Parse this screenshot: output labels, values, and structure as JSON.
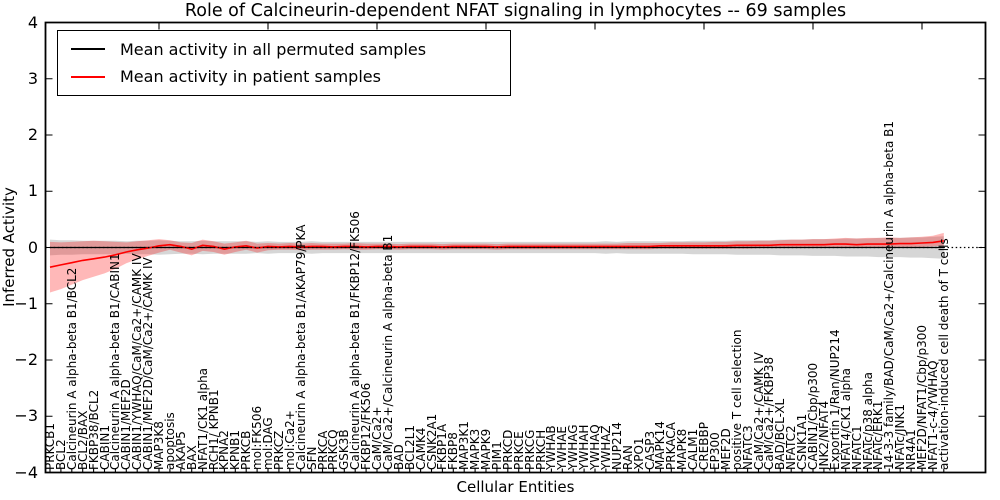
{
  "chart_data": {
    "type": "line",
    "title": "Role of Calcineurin-dependent NFAT signaling in lymphocytes -- 69 samples",
    "xlabel": "Cellular Entities",
    "ylabel": "Inferred Activity",
    "ylim": [
      -4,
      4
    ],
    "xlim_entities": 83,
    "grid": false,
    "legend_position": "upper left",
    "y_tick_values": [
      4,
      3,
      2,
      1,
      0,
      -1,
      -2,
      -3,
      -4
    ],
    "y_tick_labels": [
      "4",
      "3",
      "2",
      "1",
      "0",
      "−1",
      "−2",
      "−3",
      "−4"
    ],
    "reference_line": {
      "y": 0,
      "style": "dotted",
      "color": "#000000"
    },
    "categories": [
      "PRKCB1",
      "BCL2",
      "Calcineurin A alpha-beta B1/BCL2",
      "BCL2/BAX",
      "FKBP38/BCL2",
      "CABIN1",
      "Calcineurin A alpha-beta B1/CABIN1",
      "CABIN1/MEF2D",
      "CABIN1/YWHAQ/CaM/Ca2+/CAMK IV",
      "CABIN1/MEF2D/CaM/Ca2+/CAMK IV",
      "MAP3K8",
      "apoptosis",
      "AKAP5",
      "BAX",
      "NFAT1/CK1 alpha",
      "RCH1/ KPNB1",
      "KPNA2",
      "KPNB1",
      "PRKCB",
      "mol:FK506",
      "mol:DAG",
      "PRKCZ",
      "mol:Ca2+",
      "Calcineurin A alpha-beta B1/AKAP79/PKA",
      "SFN",
      "PRKCA",
      "PRKCQ",
      "GSK3B",
      "Calcineurin A alpha-beta B1/FKBP12/FK506",
      "FKBP12/FK506",
      "CaM/Ca2+",
      "CaM/Ca2+/Calcineurin A alpha-beta B1",
      "BAD",
      "BCL2L1",
      "CAMK4",
      "CSNK2A1",
      "FKBP1A",
      "FKBP8",
      "MAP3K1",
      "MAPK3",
      "MAPK9",
      "PIM1",
      "PRKCD",
      "PRKCE",
      "PRKCG",
      "PRKCH",
      "YWHAB",
      "YWHAE",
      "YWHAG",
      "YWHAH",
      "YWHAQ",
      "YWHAZ",
      "NUP214",
      "RAN",
      "XPO1",
      "CASP3",
      "MAPK14",
      "PRKACA",
      "MAPK8",
      "CALM1",
      "CREBBP",
      "EP300",
      "MEF2D",
      "positive T cell selection",
      "NFATC3",
      "CaM/Ca2+/CAMK IV",
      "CaM/Ca2+/FKBP38",
      "BAD/BCL-XL",
      "NFATC2",
      "CSNK1A1",
      "CABIN1/Cbp/p300",
      "JNK2/NFAT4",
      "Exportin 1/Ran/NUP214",
      "NFAT4/CK1 alpha",
      "NFATC1",
      "NFATc/p38 alpha",
      "NFATc/ERK1",
      "14-3-3 family/BAD/CaM/Ca2+/Calcineurin A alpha-beta B1",
      "NFATc/JNK1",
      "NR4A1",
      "MEF2D/NFAT1/Cbp/p300",
      "NFAT1-c-4/YWHAQ",
      "activation-induced cell death of T cells"
    ],
    "series": [
      {
        "name": "Mean activity in all permuted samples",
        "color": "#000000",
        "values": [
          0,
          0,
          0,
          0,
          0,
          0,
          0,
          0,
          0,
          0,
          0,
          0,
          0,
          0,
          0,
          0,
          0,
          0,
          0,
          0,
          0,
          0,
          0,
          0,
          0,
          0,
          0,
          0,
          0,
          0,
          0,
          0,
          0,
          0,
          0,
          0,
          0,
          0,
          0,
          0,
          0,
          0,
          0,
          0,
          0,
          0,
          0,
          0,
          0,
          0,
          0,
          0,
          0,
          0,
          0,
          0,
          0,
          0,
          0,
          0,
          0,
          0,
          0,
          0,
          0,
          0,
          0,
          0,
          0,
          0,
          0,
          0,
          0,
          0,
          0,
          0,
          0,
          0,
          0,
          0,
          0,
          0,
          0
        ]
      },
      {
        "name": "Mean activity in patient samples",
        "color": "#ff0000",
        "values": [
          -0.35,
          -0.31,
          -0.27,
          -0.23,
          -0.2,
          -0.17,
          -0.13,
          -0.08,
          -0.04,
          -0.01,
          0.03,
          0.05,
          0.02,
          -0.03,
          0.04,
          0.02,
          -0.03,
          0.01,
          0.03,
          -0.01,
          0.02,
          0.01,
          0.02,
          0.01,
          0.02,
          0.02,
          0.01,
          0.02,
          0.02,
          0.01,
          0.02,
          0.02,
          0.01,
          0.02,
          0.02,
          0.02,
          0.01,
          0.02,
          0.02,
          0.02,
          0.02,
          0.01,
          0.02,
          0.02,
          0.02,
          0.02,
          0.02,
          0.02,
          0.02,
          0.02,
          0.02,
          0.02,
          0.02,
          0.02,
          0.02,
          0.02,
          0.03,
          0.03,
          0.03,
          0.03,
          0.03,
          0.03,
          0.03,
          0.04,
          0.04,
          0.04,
          0.04,
          0.05,
          0.05,
          0.05,
          0.05,
          0.05,
          0.06,
          0.06,
          0.05,
          0.06,
          0.06,
          0.06,
          0.07,
          0.07,
          0.08,
          0.09,
          0.12
        ]
      }
    ],
    "bands": [
      {
        "name": "permuted samples spread",
        "color": "rgba(0,0,0,0.16)",
        "upper": [
          0.14,
          0.13,
          0.13,
          0.12,
          0.12,
          0.12,
          0.12,
          0.11,
          0.12,
          0.12,
          0.13,
          0.12,
          0.11,
          0.11,
          0.12,
          0.11,
          0.11,
          0.11,
          0.11,
          0.1,
          0.11,
          0.1,
          0.1,
          0.1,
          0.11,
          0.1,
          0.1,
          0.1,
          0.1,
          0.1,
          0.1,
          0.1,
          0.1,
          0.1,
          0.1,
          0.1,
          0.1,
          0.1,
          0.1,
          0.1,
          0.1,
          0.1,
          0.1,
          0.1,
          0.1,
          0.1,
          0.1,
          0.1,
          0.1,
          0.1,
          0.1,
          0.11,
          0.1,
          0.11,
          0.11,
          0.11,
          0.11,
          0.11,
          0.11,
          0.12,
          0.12,
          0.12,
          0.12,
          0.13,
          0.13,
          0.13,
          0.13,
          0.14,
          0.14,
          0.14,
          0.15,
          0.15,
          0.15,
          0.16,
          0.16,
          0.16,
          0.17,
          0.17,
          0.17,
          0.18,
          0.18,
          0.19,
          0.2
        ],
        "lower": [
          -0.14,
          -0.13,
          -0.13,
          -0.12,
          -0.12,
          -0.12,
          -0.12,
          -0.11,
          -0.12,
          -0.12,
          -0.13,
          -0.12,
          -0.11,
          -0.11,
          -0.12,
          -0.11,
          -0.11,
          -0.11,
          -0.11,
          -0.1,
          -0.11,
          -0.1,
          -0.1,
          -0.1,
          -0.11,
          -0.1,
          -0.1,
          -0.1,
          -0.1,
          -0.1,
          -0.1,
          -0.1,
          -0.1,
          -0.1,
          -0.1,
          -0.1,
          -0.1,
          -0.1,
          -0.1,
          -0.1,
          -0.1,
          -0.1,
          -0.1,
          -0.1,
          -0.1,
          -0.1,
          -0.1,
          -0.1,
          -0.1,
          -0.1,
          -0.1,
          -0.11,
          -0.1,
          -0.11,
          -0.11,
          -0.11,
          -0.11,
          -0.11,
          -0.11,
          -0.12,
          -0.12,
          -0.12,
          -0.12,
          -0.13,
          -0.13,
          -0.13,
          -0.13,
          -0.14,
          -0.14,
          -0.14,
          -0.15,
          -0.15,
          -0.15,
          -0.16,
          -0.16,
          -0.16,
          -0.17,
          -0.17,
          -0.17,
          -0.18,
          -0.18,
          -0.19,
          -0.2
        ]
      },
      {
        "name": "patient samples spread",
        "color": "rgba(255,0,0,0.28)",
        "upper": [
          0.1,
          0.09,
          0.1,
          0.11,
          0.12,
          0.11,
          0.1,
          0.09,
          0.11,
          0.13,
          0.15,
          0.13,
          0.09,
          0.08,
          0.14,
          0.11,
          0.07,
          0.09,
          0.12,
          0.07,
          0.08,
          0.07,
          0.08,
          0.07,
          0.08,
          0.07,
          0.07,
          0.07,
          0.08,
          0.07,
          0.07,
          0.07,
          0.06,
          0.07,
          0.07,
          0.07,
          0.06,
          0.07,
          0.07,
          0.07,
          0.07,
          0.06,
          0.07,
          0.07,
          0.07,
          0.07,
          0.07,
          0.07,
          0.07,
          0.07,
          0.07,
          0.07,
          0.07,
          0.08,
          0.08,
          0.08,
          0.08,
          0.09,
          0.09,
          0.09,
          0.09,
          0.1,
          0.1,
          0.11,
          0.11,
          0.12,
          0.12,
          0.13,
          0.14,
          0.14,
          0.15,
          0.15,
          0.16,
          0.17,
          0.16,
          0.17,
          0.17,
          0.18,
          0.17,
          0.18,
          0.19,
          0.21,
          0.26
        ],
        "lower": [
          -0.8,
          -0.74,
          -0.66,
          -0.58,
          -0.52,
          -0.46,
          -0.38,
          -0.28,
          -0.21,
          -0.15,
          -0.09,
          -0.04,
          -0.09,
          -0.14,
          -0.06,
          -0.08,
          -0.13,
          -0.08,
          -0.04,
          -0.09,
          -0.05,
          -0.04,
          -0.04,
          -0.05,
          -0.04,
          -0.04,
          -0.04,
          -0.03,
          -0.04,
          -0.04,
          -0.03,
          -0.03,
          -0.04,
          -0.03,
          -0.03,
          -0.03,
          -0.04,
          -0.03,
          -0.03,
          -0.03,
          -0.03,
          -0.04,
          -0.03,
          -0.03,
          -0.03,
          -0.03,
          -0.03,
          -0.03,
          -0.03,
          -0.03,
          -0.03,
          -0.03,
          -0.03,
          -0.03,
          -0.03,
          -0.03,
          -0.02,
          -0.02,
          -0.02,
          -0.02,
          -0.02,
          -0.02,
          -0.02,
          -0.02,
          -0.02,
          -0.01,
          -0.01,
          -0.01,
          -0.01,
          -0.01,
          -0.01,
          0.0,
          0.0,
          0.0,
          0.0,
          0.0,
          0.0,
          0.01,
          0.01,
          0.01,
          0.01,
          0.02,
          0.03
        ]
      }
    ]
  }
}
